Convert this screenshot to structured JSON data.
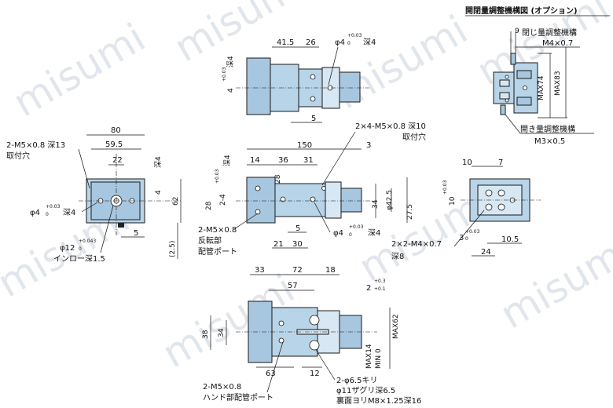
{
  "watermark": "misumi",
  "title": "開閉量調整機構図 (オプション)",
  "option_view": {
    "close_adjust_label": "閉じ量調整機構",
    "close_adjust_thread": "M4×0.7",
    "open_adjust_label": "開き量調整機構",
    "open_adjust_thread": "M3×0.5",
    "dim_9": "9",
    "max74": "MAX74",
    "max83": "MAX83"
  },
  "top_view": {
    "d41_5": "41.5",
    "d26": "26",
    "phi4": "φ4",
    "tol_pos": "+0.03",
    "tol_zero": "0",
    "depth4": "深4",
    "d5": "5",
    "v4": "4",
    "vdepth4": "深4"
  },
  "left_view": {
    "d80": "80",
    "d59_5": "59.5",
    "d22": "22",
    "m5": "2-M5×0.8 深13",
    "attach_hole": "取付穴",
    "phi4": "φ4",
    "tol_pos": "+0.03",
    "tol_zero": "0",
    "depth4": "深4",
    "phi12": "φ12",
    "tol12": "+0.043",
    "inro": "インロー深1.5",
    "d5": "5",
    "v4": "4",
    "vdepth4": "深4",
    "d62": "62",
    "d2_5": "(2.5)"
  },
  "main_view": {
    "d150": "150",
    "d3": "3",
    "m5_4": "2×4-M5×0.8 深10",
    "attach_hole": "取付穴",
    "d14": "14",
    "d36": "36",
    "d31": "31",
    "d28v": "28",
    "d28h": "28",
    "d24": "2-4",
    "vdepth4": "深4",
    "tol_pos": "+0.03",
    "tol_zero": "0",
    "phi42_5": "φ42.5",
    "d34": "34",
    "d27_5": "27.5",
    "d5": "5",
    "d21": "21",
    "d30": "30",
    "m5_rev": "2-M5×0.8",
    "rev_port1": "反転部",
    "rev_port2": "配管ポート",
    "phi4": "φ4",
    "depth4": "深4"
  },
  "right_view": {
    "d10": "10",
    "d7": "7",
    "v10": "10",
    "m4": "2×2-M4×0.7",
    "depth8": "深8",
    "d3": "3",
    "d10_5": "10.5",
    "d24": "24",
    "tol_pos": "+0.03",
    "tol_zero": "0"
  },
  "bottom_view": {
    "d33": "33",
    "d72": "72",
    "d18": "18",
    "d57": "57",
    "d2": "2",
    "tol_p3": "+0.3",
    "tol_p1": "+0.1",
    "d38": "38",
    "d34": "34",
    "max62": "MAX62",
    "min0": "MIN 0",
    "max14": "MAX14",
    "d63": "63",
    "d12": "12",
    "phi6_5": "2-φ6.5キリ",
    "m5": "2-M5×0.8",
    "hand_port": "ハンド部配管ポート",
    "counterbore": "φ11ザグリ深6.5",
    "back_thread": "裏面ヨリM8×1.25深16"
  }
}
